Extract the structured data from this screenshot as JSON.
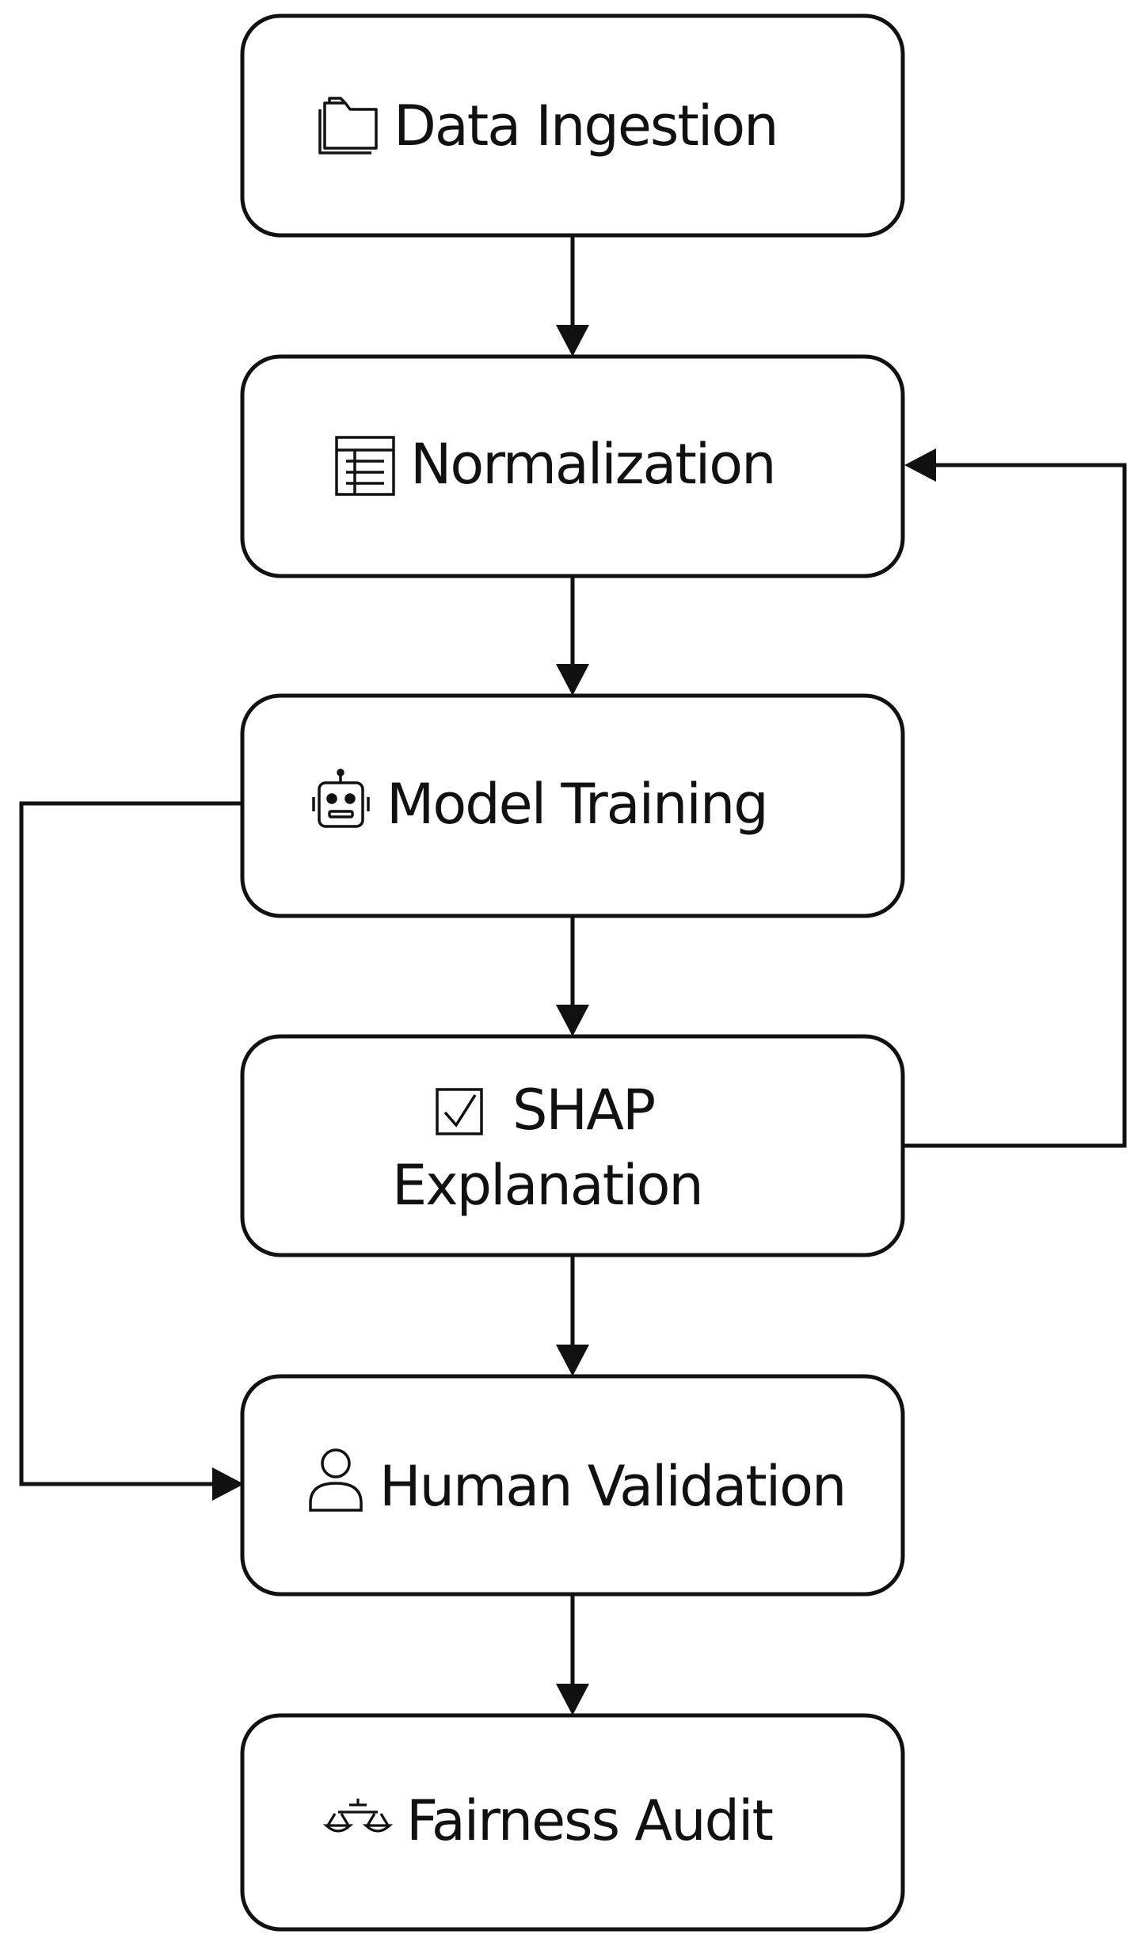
{
  "nodes": [
    {
      "id": "data-ingestion",
      "icon": "folder-icon",
      "label": "Data Ingestion"
    },
    {
      "id": "normalization",
      "icon": "document-lines-icon",
      "label": "Normalization"
    },
    {
      "id": "model-training",
      "icon": "robot-icon",
      "label": "Model Training"
    },
    {
      "id": "shap-explanation",
      "icon": "checkbox-icon",
      "label_line1": "SHAP",
      "label_line2": "Explanation"
    },
    {
      "id": "human-validation",
      "icon": "person-icon",
      "label": "Human Validation"
    },
    {
      "id": "fairness-audit",
      "icon": "scales-icon",
      "label": "Fairness Audit"
    }
  ],
  "edges": [
    {
      "from": "data-ingestion",
      "to": "normalization"
    },
    {
      "from": "normalization",
      "to": "model-training"
    },
    {
      "from": "model-training",
      "to": "shap-explanation"
    },
    {
      "from": "shap-explanation",
      "to": "human-validation"
    },
    {
      "from": "human-validation",
      "to": "fairness-audit"
    },
    {
      "from": "shap-explanation",
      "to": "normalization",
      "route": "right-loop"
    },
    {
      "from": "model-training",
      "to": "human-validation",
      "route": "left-loop"
    }
  ],
  "colors": {
    "stroke": "#111111",
    "background": "#ffffff"
  }
}
